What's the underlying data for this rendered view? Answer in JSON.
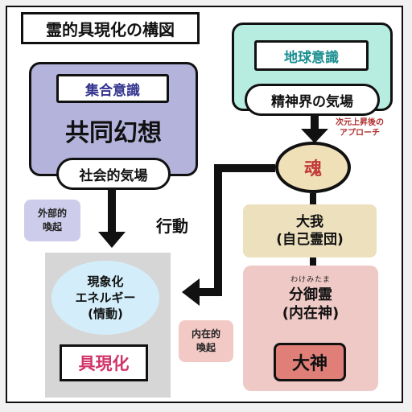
{
  "title": "霊的具現化の構図",
  "collective": {
    "label": "集合意識",
    "main": "共同幻想",
    "field": "社会的気場"
  },
  "earth": {
    "label": "地球意識",
    "field": "精神界の気場"
  },
  "approach_note": {
    "line1": "次元上昇後の",
    "line2": "アプローチ"
  },
  "soul": "魂",
  "ego": {
    "line1": "大我",
    "line2": "(自己霊団)"
  },
  "bunrei": {
    "ruby": "わけみたま",
    "line1": "分御霊",
    "line2": "(内在神)",
    "inner": "大神"
  },
  "external": {
    "line1": "外部的",
    "line2": "喚起"
  },
  "action": "行動",
  "internal": {
    "line1": "内在的",
    "line2": "喚起"
  },
  "energy": {
    "line1": "現象化",
    "line2": "エネルギー",
    "line3": "(情動)"
  },
  "manifest": "具現化",
  "colors": {
    "collective_bg": "#b3b3dc",
    "earth_bg": "#b6ede0",
    "soul_bg": "#efe0b8",
    "ego_bg": "#ece0bd",
    "bunrei_bg": "#efc9c5",
    "daishin_bg": "#df7f78",
    "realm_bg": "#d6d6d6",
    "energy_bg": "#d3eefa",
    "manifest_text": "#d0356a",
    "note_text": "#b03030",
    "soul_text": "#c23a3a"
  }
}
